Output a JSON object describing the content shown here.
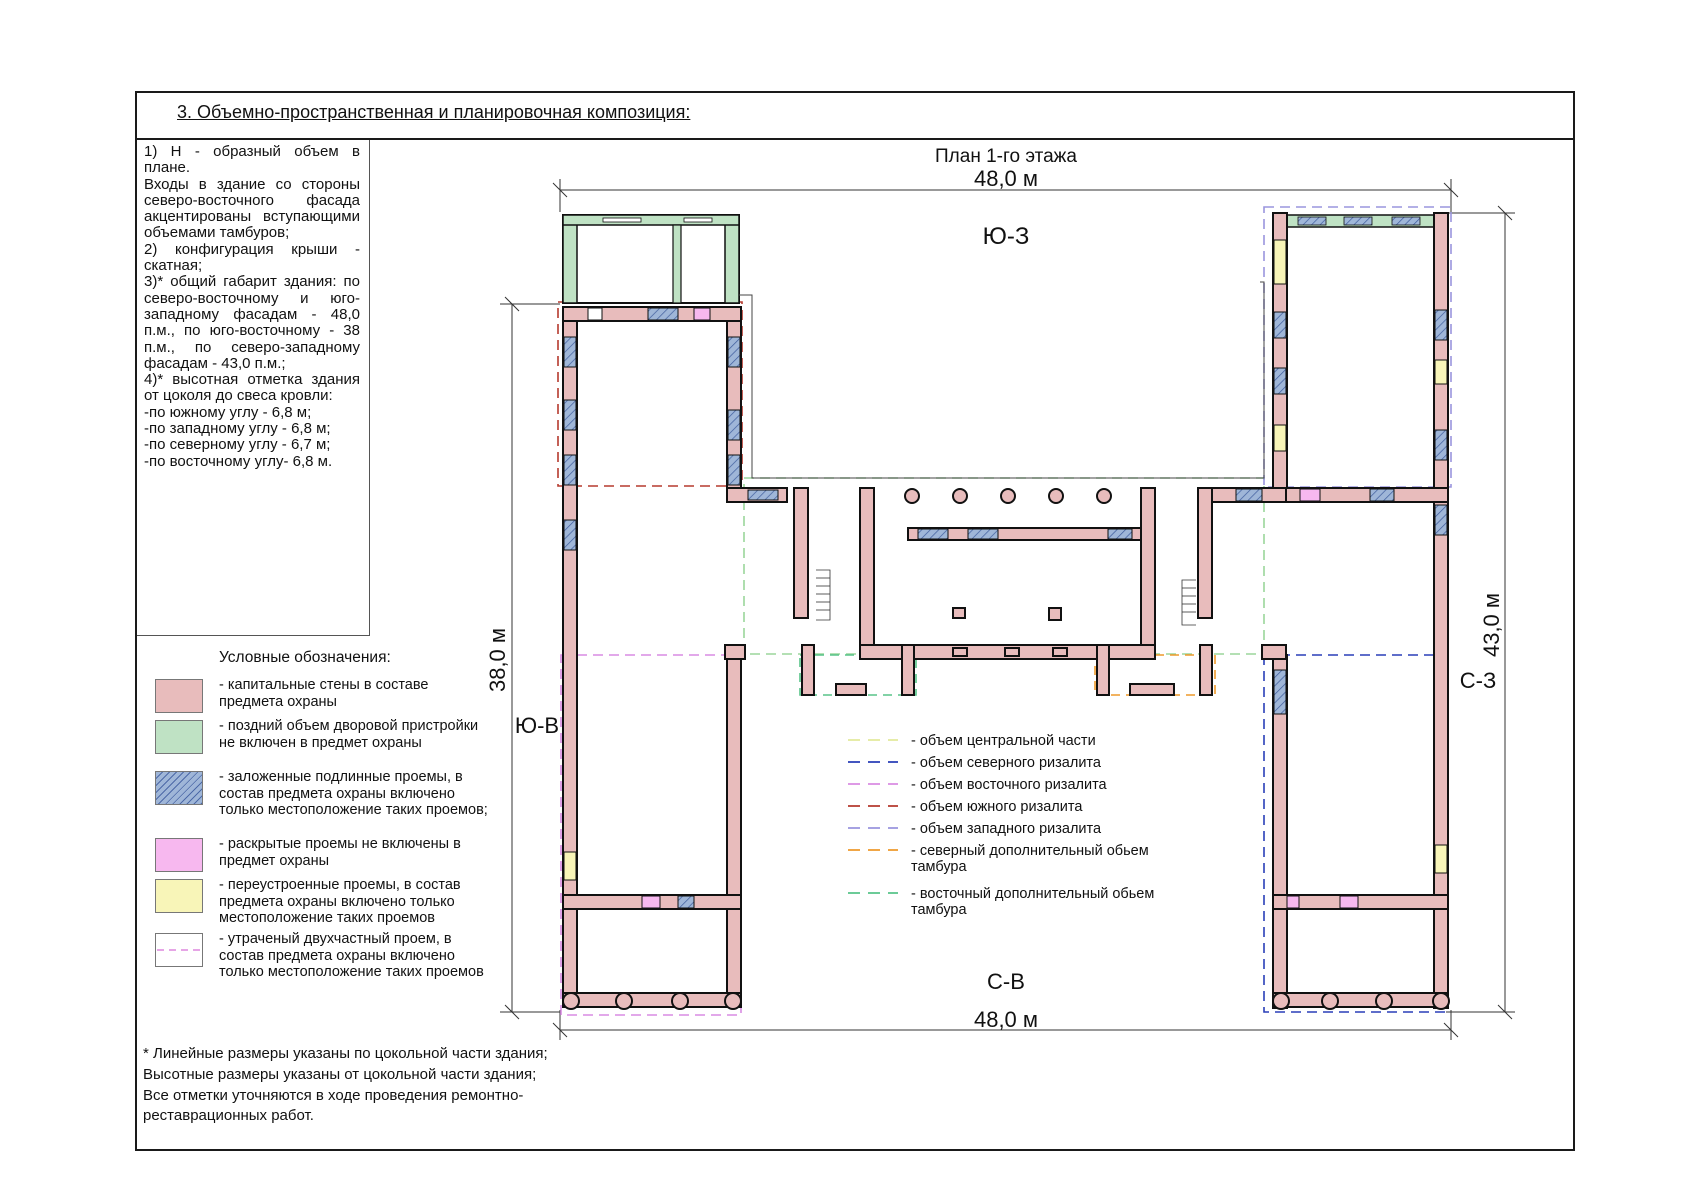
{
  "title": "3. Объемно-пространственная и планировочная композиция:",
  "description": [
    "1) Н - образный объем в плане.",
    "Входы в здание со стороны северо-восточного фасада акцентированы вступающими объемами тамбуров;",
    "2) конфигурация крыши - скатная;",
    "3)* общий габарит здания: по северо-восточному и юго-западному фасадам - 48,0 п.м., по юго-восточному - 38 п.м., по северо-западному фасадам - 43,0 п.м.;",
    "4)* высотная отметка здания от цоколя до свеса кровли:",
    "-по южному углу - 6,8 м;",
    "-по западному углу - 6,8 м;",
    "-по северному углу - 6,7 м;",
    "-по восточному углу- 6,8 м."
  ],
  "legend": {
    "title": "Условные обозначения:",
    "items": [
      {
        "text": "- капитальные стены в составе предмета охраны",
        "color": "#e8bcbc",
        "pattern": "solid"
      },
      {
        "text": "- поздний объем дворовой пристройки не включен в предмет охраны",
        "color": "#bfe2c4",
        "pattern": "solid"
      },
      {
        "text": "- заложенные подлинные проемы, в состав предмета охраны включено только местоположение таких проемов;",
        "color": "#9fb6d8",
        "pattern": "hatch"
      },
      {
        "text": "- раскрытые проемы не включены в предмет охраны",
        "color": "#f7b8ef",
        "pattern": "solid"
      },
      {
        "text": "- переустроенные проемы, в состав предмета охраны включено только местоположение таких проемов",
        "color": "#f8f5b8",
        "pattern": "solid"
      },
      {
        "text": "- утраченый двухчастный проем, в состав предмета охраны включено только местоположение таких проемов",
        "color": "#ffffff",
        "pattern": "dashed"
      }
    ]
  },
  "plan": {
    "title": "План 1-го этажа",
    "dim_top": "48,0 м",
    "dim_bottom": "48,0 м",
    "dim_left": "38,0 м",
    "dim_right": "43,0 м",
    "orient_top": "Ю-З",
    "orient_bottom": "С-В",
    "orient_left": "Ю-В",
    "orient_right": "С-З"
  },
  "line_legend": [
    {
      "text": "- объем центральной части",
      "color": "#e3ea9c"
    },
    {
      "text": "- объем северного ризалита",
      "color": "#2a3fb8"
    },
    {
      "text": "- объем восточного ризалита",
      "color": "#d98ce3"
    },
    {
      "text": "- объем южного ризалита",
      "color": "#b53a2e"
    },
    {
      "text": "- объем западного ризалита",
      "color": "#9a95de"
    },
    {
      "text": "- северный дополнительный обьем тамбура",
      "color": "#ee9a2c"
    },
    {
      "text": "- восточный дополнительный обьем тамбура",
      "color": "#58c489"
    }
  ],
  "footnote": [
    "* Линейные размеры указаны по цокольной части здания;",
    "Высотные размеры указаны от цокольной части здания;",
    "Все отметки уточняются в ходе проведения ремонтно-реставрационных работ."
  ]
}
